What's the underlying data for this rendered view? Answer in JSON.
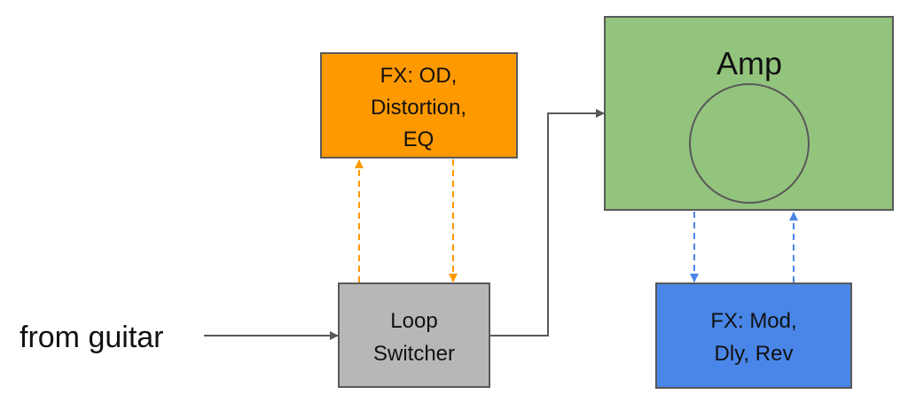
{
  "nodes": {
    "source": {
      "label": "from guitar"
    },
    "fx_drive": {
      "lines": [
        "FX: OD,",
        "Distortion,",
        "EQ"
      ],
      "color": "#ff9900"
    },
    "loop_switcher": {
      "lines": [
        "Loop",
        "Switcher"
      ],
      "color": "#b7b7b7"
    },
    "amp": {
      "label": "Amp",
      "color": "#93c47d"
    },
    "fx_time": {
      "lines": [
        "FX: Mod,",
        "Dly, Rev"
      ],
      "color": "#4a86e8"
    }
  },
  "edges": [
    {
      "from": "source",
      "to": "loop_switcher",
      "style": "solid",
      "color": "#595959"
    },
    {
      "from": "loop_switcher",
      "to": "fx_drive",
      "style": "dashed",
      "color": "#ff9900"
    },
    {
      "from": "fx_drive",
      "to": "loop_switcher",
      "style": "dashed",
      "color": "#ff9900"
    },
    {
      "from": "loop_switcher",
      "to": "amp",
      "style": "solid",
      "color": "#595959"
    },
    {
      "from": "amp",
      "to": "fx_time",
      "style": "dashed",
      "color": "#4a86e8"
    },
    {
      "from": "fx_time",
      "to": "amp",
      "style": "dashed",
      "color": "#4a86e8"
    }
  ],
  "colors": {
    "stroke": "#595959",
    "text": "#111111"
  }
}
